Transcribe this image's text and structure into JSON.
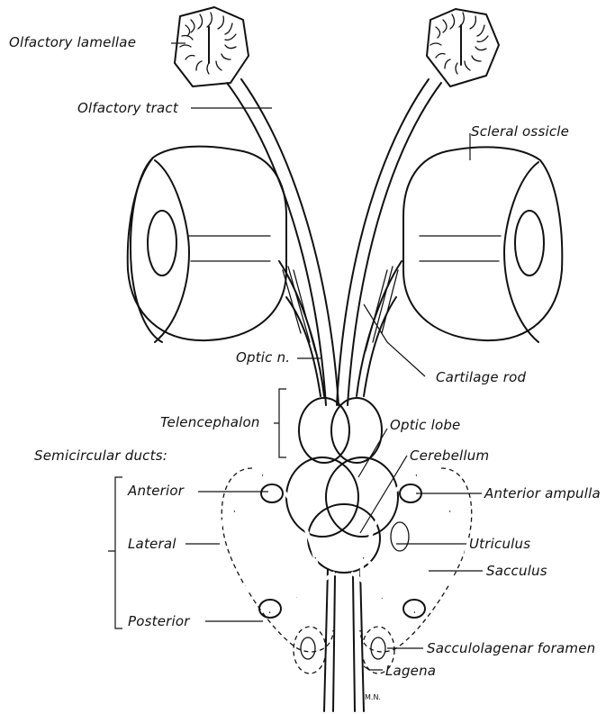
{
  "labels": {
    "olfactory_lamellae": "Olfactory lamellae",
    "olfactory_tract": "Olfactory tract",
    "scleral_ossicle": "Scleral ossicle",
    "optic_n": "Optic n.",
    "cartilage_rod": "Cartilage rod",
    "telencephalon": "Telencephalon",
    "optic_lobe": "Optic lobe",
    "semicircular_ducts": "Semicircular ducts:",
    "cerebellum": "Cerebellum",
    "anterior": "Anterior",
    "anterior_ampulla": "Anterior ampulla",
    "lateral": "Lateral",
    "utriculus": "Utriculus",
    "sacculus": "Sacculus",
    "posterior": "Posterior",
    "sacculolagenar_foramen": "Sacculolagenar foramen",
    "lagena": "Lagena"
  },
  "signature": "M.N."
}
